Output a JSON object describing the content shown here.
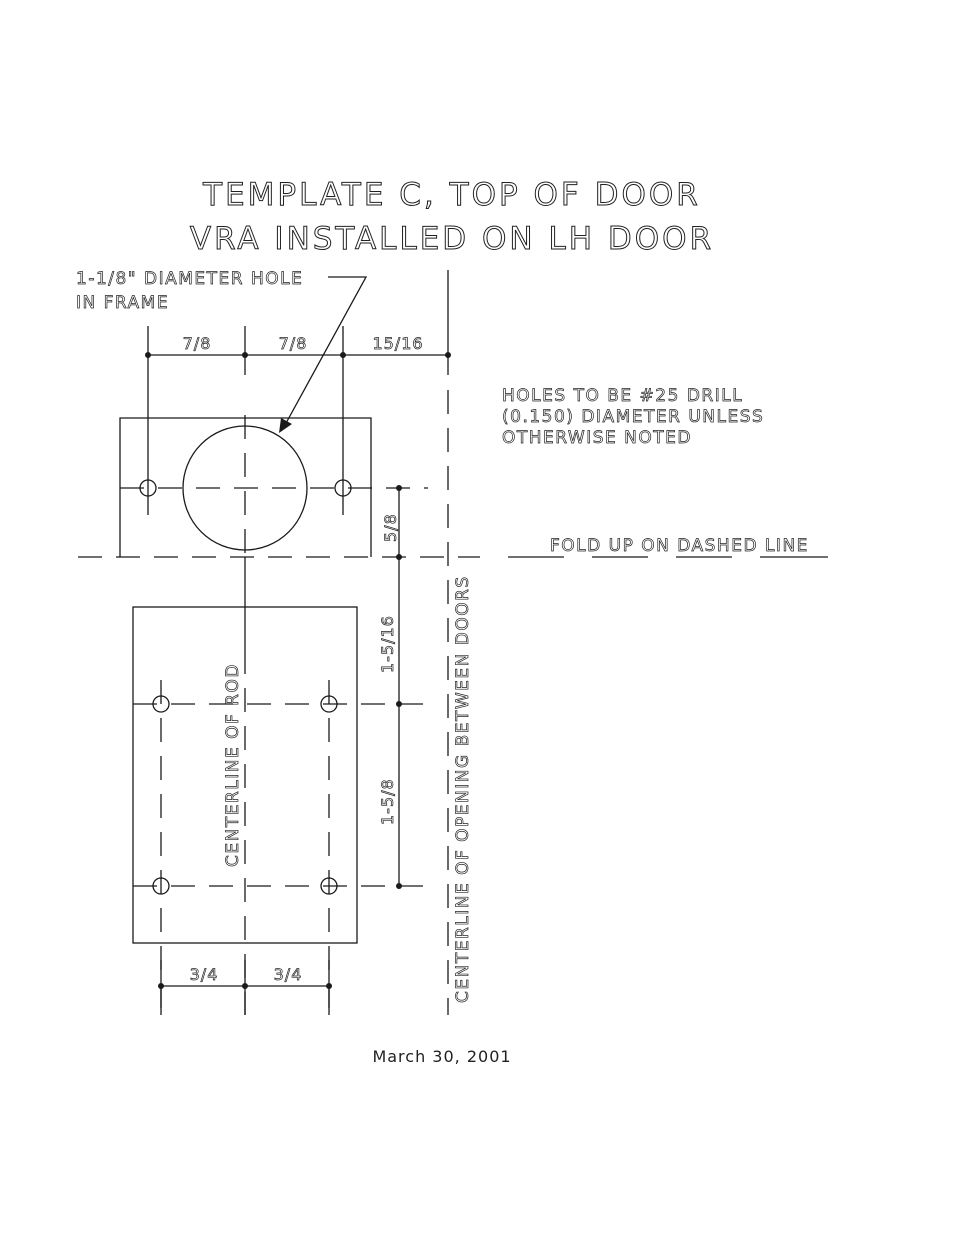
{
  "title": {
    "line1": "TEMPLATE C, TOP OF DOOR",
    "line2": "VRA INSTALLED ON LH DOOR"
  },
  "notes": {
    "hole_label_line1": "1-1/8\" DIAMETER HOLE",
    "hole_label_line2": "IN FRAME",
    "drill_note_line1": "HOLES TO BE #25 DRILL",
    "drill_note_line2": "(0.150) DIAMETER UNLESS",
    "drill_note_line3": "OTHERWISE NOTED",
    "fold_note": "FOLD UP ON DASHED LINE"
  },
  "dimensions": {
    "top_left": "7/8",
    "top_middle": "7/8",
    "top_right": "15/16",
    "vertical_upper": "5/8",
    "vertical_middle": "1-5/16",
    "vertical_lower": "1-5/8",
    "bottom_left": "3/4",
    "bottom_right": "3/4"
  },
  "centerlines": {
    "rod": "CENTERLINE OF ROD",
    "opening": "CENTERLINE OF OPENING BETWEEN DOORS"
  },
  "date": "March 30, 2001"
}
